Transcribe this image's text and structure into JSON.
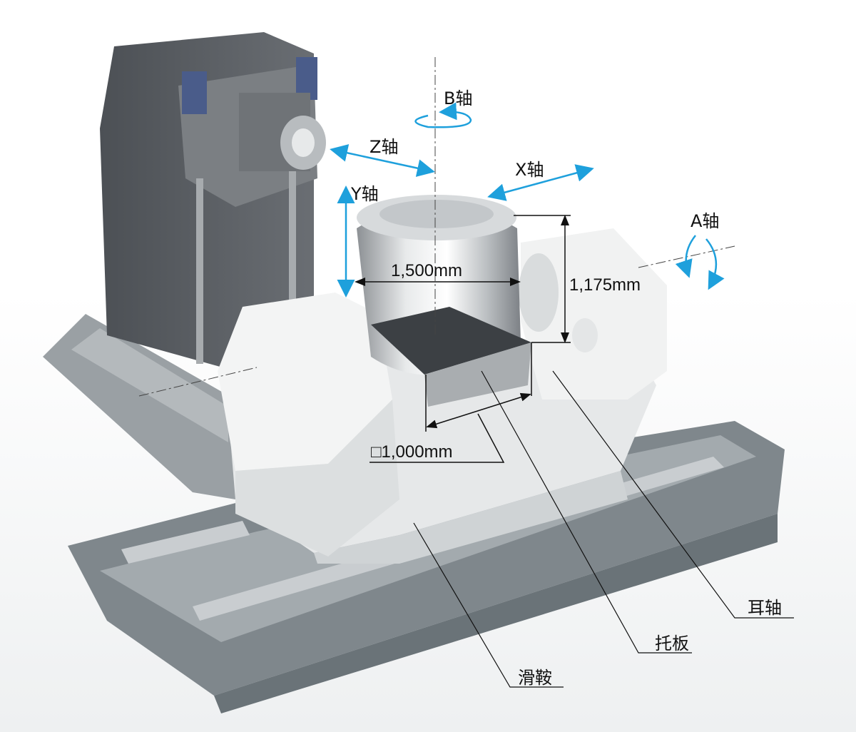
{
  "axes": {
    "b": "B轴",
    "z": "Z轴",
    "x": "X轴",
    "y": "Y轴",
    "a": "A轴"
  },
  "dimensions": {
    "pallet_diameter": "1,500mm",
    "height": "1,175mm",
    "pallet_size": "□1,000mm"
  },
  "parts": {
    "trunnion": "耳轴",
    "pallet": "托板",
    "saddle": "滑鞍"
  },
  "colors": {
    "axis_arrow": "#1ea0dc",
    "column": "#5b5f64",
    "body": "#e9ebec",
    "base": "#8a9196"
  }
}
